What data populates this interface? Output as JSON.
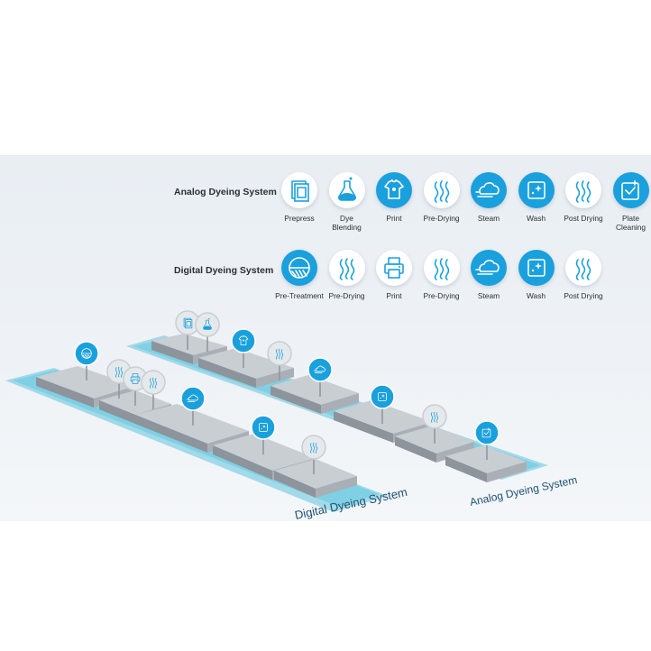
{
  "colors": {
    "accent": "#1aa0dc",
    "track": "#5fc3dc",
    "slab": "#b9bec3"
  },
  "analog": {
    "title": "Analog Dyeing System",
    "steps": [
      {
        "label": "Prepress",
        "icon": "prepress-icon",
        "style": "outline"
      },
      {
        "label": "Dye\nBlending",
        "icon": "dye-blending-icon",
        "style": "outline"
      },
      {
        "label": "Print",
        "icon": "tshirt-print-icon",
        "style": "filled"
      },
      {
        "label": "Pre-Drying",
        "icon": "heat-waves-icon",
        "style": "outline"
      },
      {
        "label": "Steam",
        "icon": "steam-cloud-icon",
        "style": "filled"
      },
      {
        "label": "Wash",
        "icon": "wash-sparkle-icon",
        "style": "filled"
      },
      {
        "label": "Post Drying",
        "icon": "heat-waves-icon",
        "style": "outline"
      },
      {
        "label": "Plate\nCleaning",
        "icon": "plate-cleaning-icon",
        "style": "filled"
      }
    ]
  },
  "digital": {
    "title": "Digital Dyeing System",
    "steps": [
      {
        "label": "Pre-Treatment",
        "icon": "pre-treatment-icon",
        "style": "filled"
      },
      {
        "label": "Pre-Drying",
        "icon": "heat-waves-icon",
        "style": "outline"
      },
      {
        "label": "Print",
        "icon": "printer-icon",
        "style": "outline"
      },
      {
        "label": "Pre-Drying",
        "icon": "heat-waves-icon",
        "style": "outline"
      },
      {
        "label": "Steam",
        "icon": "steam-cloud-icon",
        "style": "filled"
      },
      {
        "label": "Wash",
        "icon": "wash-sparkle-icon",
        "style": "filled"
      },
      {
        "label": "Post Drying",
        "icon": "heat-waves-icon",
        "style": "outline"
      }
    ]
  },
  "scene_labels": {
    "digital": "Digital Dyeing System",
    "analog": "Analog Dyeing System"
  }
}
